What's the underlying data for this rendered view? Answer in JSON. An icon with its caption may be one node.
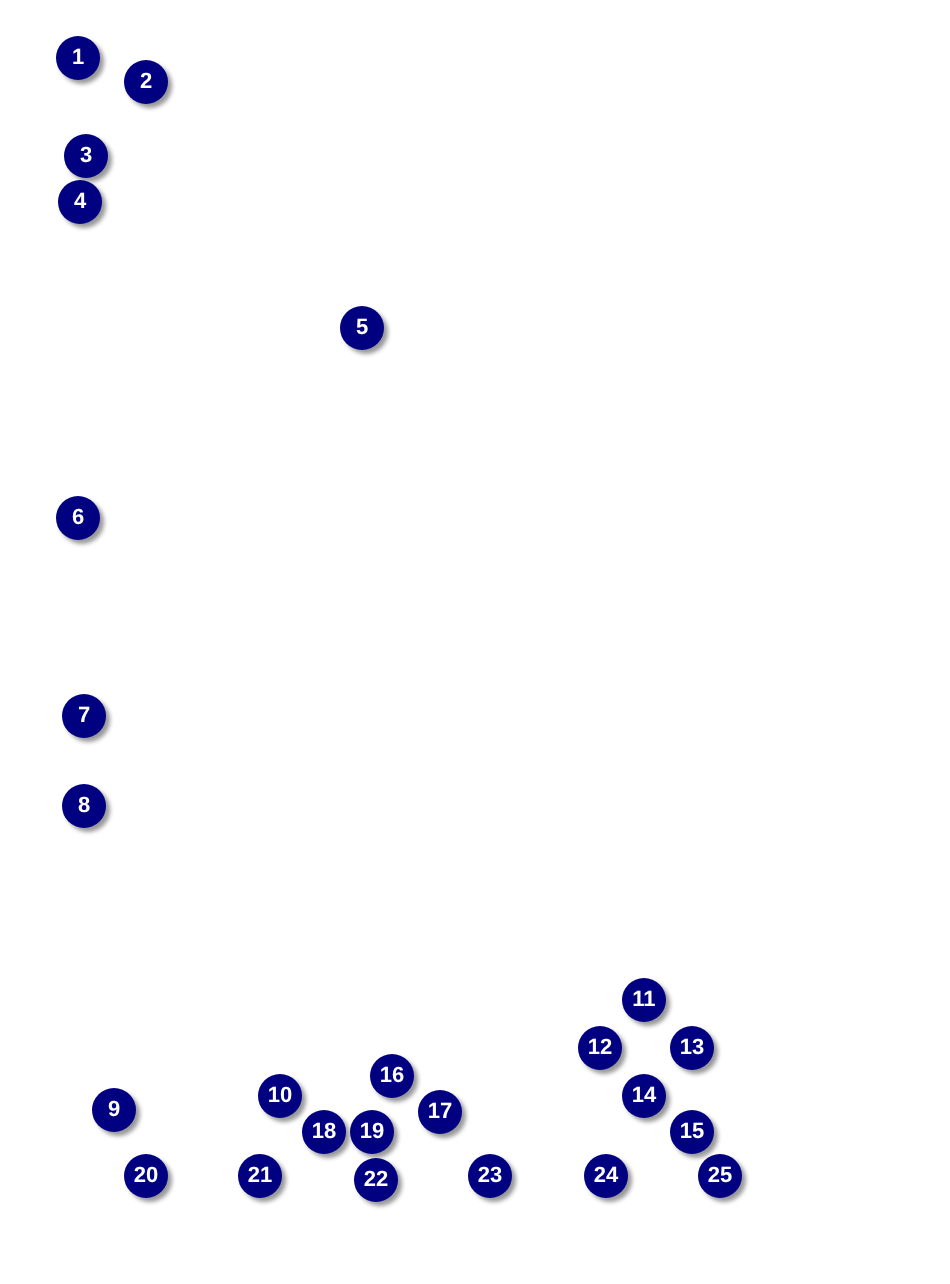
{
  "diagram": {
    "labels": [
      "1",
      "2",
      "3",
      "4",
      "5",
      "6",
      "7",
      "8",
      "9",
      "10",
      "11",
      "12",
      "13",
      "14",
      "15",
      "16",
      "17",
      "18",
      "19",
      "20",
      "21",
      "22",
      "23",
      "24",
      "25"
    ]
  }
}
